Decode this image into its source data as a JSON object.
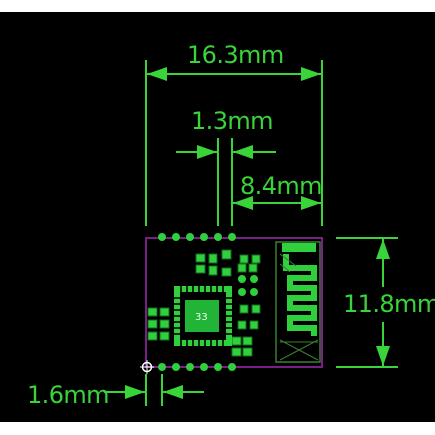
{
  "dimensions": {
    "width_total": "16.3mm",
    "gap": "1.3mm",
    "antenna_width": "8.4mm",
    "height": "11.8mm",
    "pad_pitch": "1.6mm"
  },
  "chip": {
    "label": "33"
  },
  "colors": {
    "background": "#000000",
    "dimension": "#39d33a",
    "outline": "#7a1f86",
    "copper": "#2fcf3d",
    "chip_body": "#22b437",
    "antenna": "#3a7f32"
  }
}
